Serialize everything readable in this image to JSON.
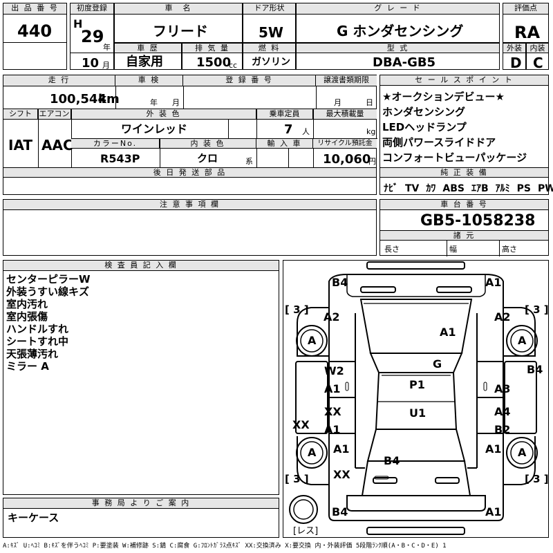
{
  "header": {
    "lot_label": "出 品 番 号",
    "lot_value": "440",
    "first_reg_label": "初度登録",
    "era": "H",
    "year": "29",
    "year_unit": "年",
    "month": "10",
    "month_unit": "月",
    "name_label": "車　名",
    "name_value": "フリード",
    "door_label": "ドア形状",
    "door_value": "5W",
    "grade_label": "グ レ ー ド",
    "grade_value": "G ホンダセンシング",
    "score_label": "評価点",
    "score_value": "RA",
    "history_label": "車 歴",
    "history_value": "自家用",
    "displacement_label": "排 気 量",
    "displacement_value": "1500",
    "displacement_unit": "cc",
    "fuel_label": "燃 料",
    "fuel_value": "ガソリン",
    "model_label": "型 式",
    "model_value": "DBA-GB5",
    "ext_label": "外装",
    "ext_value": "D",
    "int_label": "内装",
    "int_value": "C"
  },
  "row2": {
    "mileage_label": "走 行",
    "mileage_value": "100,544",
    "mileage_unit": "km",
    "inspection_label": "車 検",
    "inspection_year": "年",
    "inspection_month": "月",
    "reg_label": "登 録 番 号",
    "transfer_label": "譲渡書類期限",
    "transfer_month": "月",
    "transfer_day": "日",
    "shift_label": "シフト",
    "shift_value": "IAT",
    "ac_label": "エアコン",
    "ac_value": "AAC",
    "color_label": "外 装 色",
    "color_value": "ワインレッド",
    "capacity_label": "乗車定員",
    "capacity_value": "7",
    "capacity_unit": "人",
    "load_label": "最大積載量",
    "load_unit": "kg",
    "color_no_label": "カラーNo.",
    "color_no_value": "R543P",
    "interior_label": "内 装 色",
    "interior_value": "クロ",
    "interior_unit": "系",
    "import_label": "輸 入 車",
    "recycle_label": "リサイクル預託金",
    "recycle_value": "10,060",
    "recycle_unit": "円",
    "later_label": "後 日 発 送 部 品"
  },
  "sales": {
    "label": "セ ー ル ス ポ イ ン ト",
    "items": [
      "★オークションデビュー★",
      "ホンダセンシング",
      "LEDヘッドランプ",
      "両側パワースライドドア",
      "コンフォートビューパッケージ"
    ]
  },
  "equipment": {
    "label": "純 正 装 備",
    "items": [
      "ﾅﾋﾞ",
      "TV",
      "ｶﾜ",
      "ABS",
      "ｴｱB",
      "ｱﾙﾐ",
      "PS",
      "PW"
    ]
  },
  "notes": {
    "label": "注 意 事 項 欄"
  },
  "chassis": {
    "label": "車 台 番 号",
    "value": "GB5-1058238",
    "spec_label": "諸 元",
    "length": "長さ",
    "width": "幅",
    "height": "高さ"
  },
  "inspector": {
    "label": "検 査 員 記 入 欄",
    "lines": [
      "センターピラーW",
      "外装うすい線キズ",
      "室内汚れ",
      "室内張傷",
      "ハンドルすれ",
      "シートすれ中",
      "天張薄汚れ",
      "ミラー A"
    ]
  },
  "office": {
    "label": "事 務 局 よ り ご 案 内",
    "text": "キーケース"
  },
  "diagram": {
    "labels": {
      "b4_top_left": "B4",
      "a1_top_right": "A1",
      "a2_left": "A2",
      "a2_right": "A2",
      "a1_hood": "A1",
      "g_glass": "G",
      "w2": "W2",
      "a1_left_door": "A1",
      "a3": "A3",
      "p1": "P1",
      "b4_right": "B4",
      "xx_left_rear": "XX",
      "a4": "A4",
      "a1_left_rear": "A1",
      "b2": "B2",
      "u1": "U1",
      "xx_side": "XX",
      "a1_left_fender": "A1",
      "a1_right_fender": "A1",
      "b4_bottom": "B4",
      "xx_rear_left": "XX",
      "b4_bottom_left": "B4",
      "a1_bottom_right": "A1",
      "wheel": "A",
      "bracket": "[ 3 ]",
      "spare": "[レス]"
    }
  },
  "legend": "A:ｷｽﾞ U:ﾍｺﾐ B:ｷｽﾞを伴うﾍｺﾐ P:要塗装 W:補修跡 S:錆 C:腐食 G:ﾌﾛﾝﾄｶﾞﾗｽ点ｷｽﾞ XX:交換済み X:要交換 内・外装評価 5段階ﾗﾝｸ順(A・B・C・D・E) 1"
}
